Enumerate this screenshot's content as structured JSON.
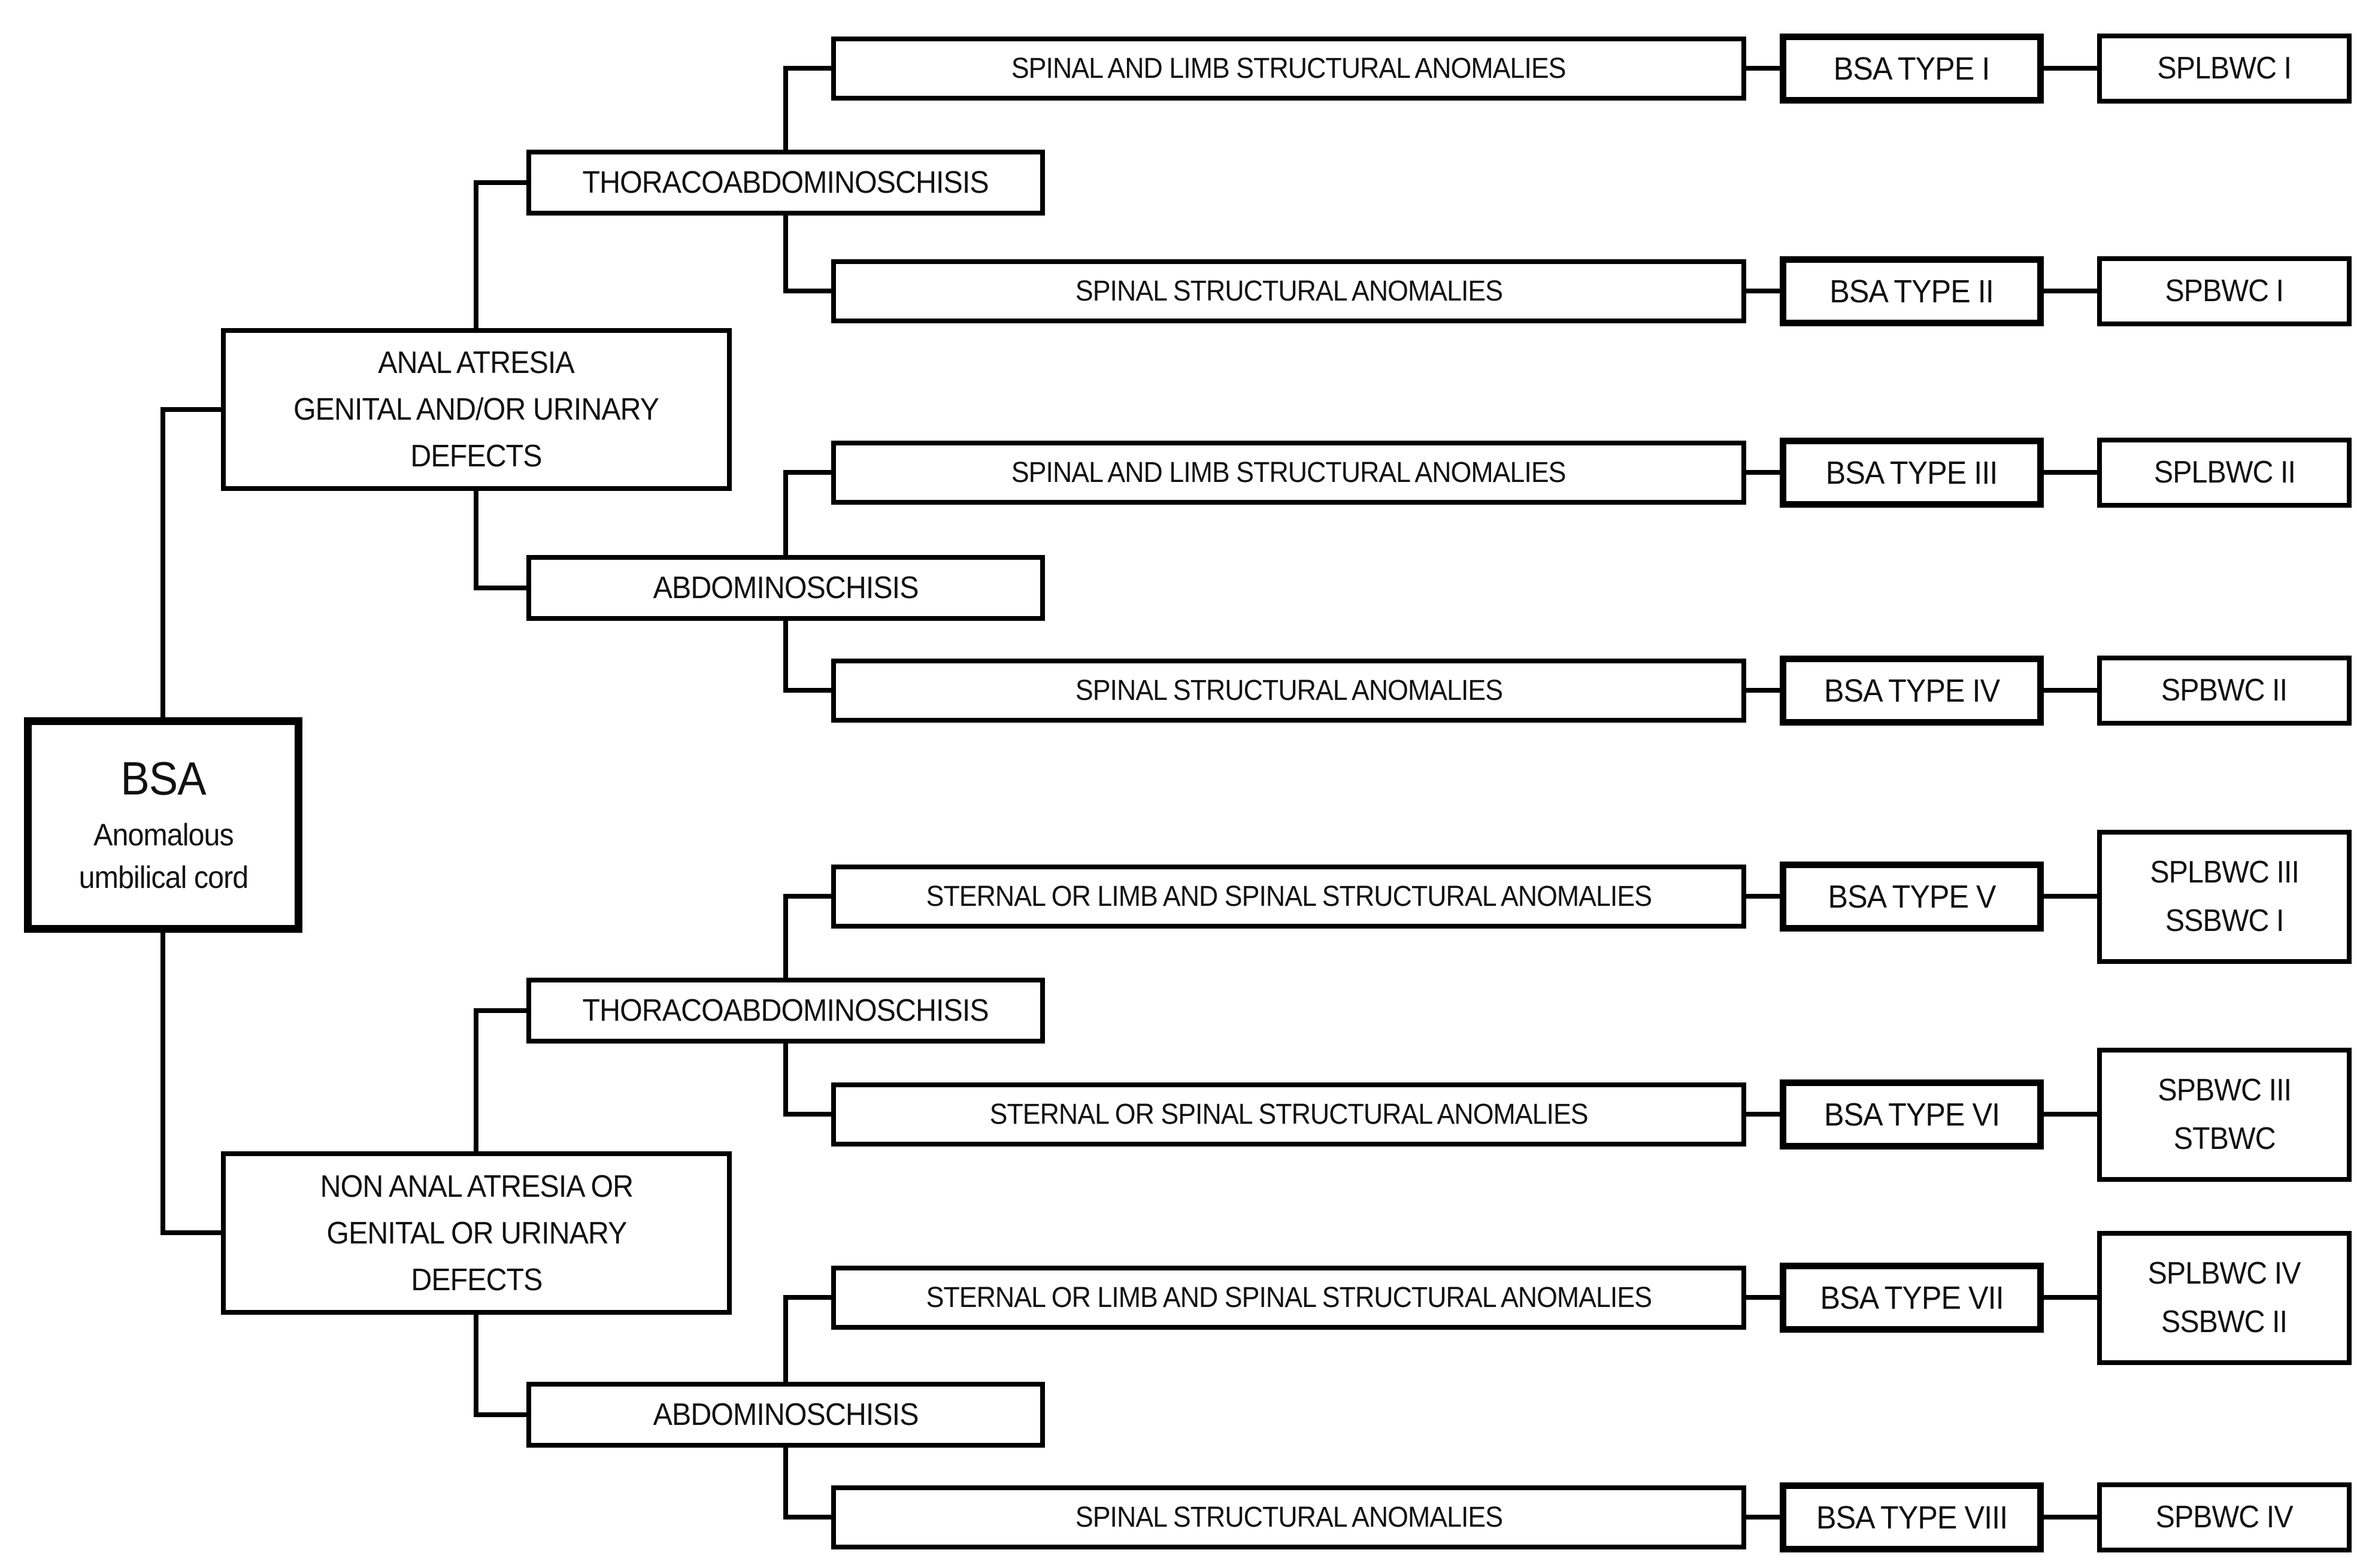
{
  "diagram": {
    "title_node": {
      "title": "BSA",
      "subtitle": "Anomalous\numbilical cord"
    },
    "groups": [
      {
        "label": "ANAL ATRESIA\nGENITAL AND/OR URINARY\nDEFECTS",
        "subgroups": [
          {
            "label": "THORACOABDOMINOSCHISIS"
          },
          {
            "label": "ABDOMINOSCHISIS"
          }
        ]
      },
      {
        "label": "NON ANAL ATRESIA OR\nGENITAL OR URINARY\nDEFECTS",
        "subgroups": [
          {
            "label": "THORACOABDOMINOSCHISIS"
          },
          {
            "label": "ABDOMINOSCHISIS"
          }
        ]
      }
    ],
    "rows": [
      {
        "anomaly": "SPINAL AND LIMB STRUCTURAL ANOMALIES",
        "bsa_type": "BSA TYPE I",
        "classification": "SPLBWC I"
      },
      {
        "anomaly": "SPINAL STRUCTURAL ANOMALIES",
        "bsa_type": "BSA TYPE II",
        "classification": "SPBWC I"
      },
      {
        "anomaly": "SPINAL AND LIMB STRUCTURAL ANOMALIES",
        "bsa_type": "BSA TYPE III",
        "classification": "SPLBWC II"
      },
      {
        "anomaly": "SPINAL STRUCTURAL ANOMALIES",
        "bsa_type": "BSA TYPE IV",
        "classification": "SPBWC II"
      },
      {
        "anomaly": "STERNAL OR LIMB AND SPINAL STRUCTURAL ANOMALIES",
        "bsa_type": "BSA TYPE V",
        "classification": "SPLBWC III\nSSBWC I"
      },
      {
        "anomaly": "STERNAL OR SPINAL STRUCTURAL ANOMALIES",
        "bsa_type": "BSA TYPE VI",
        "classification": "SPBWC III\nSTBWC"
      },
      {
        "anomaly": "STERNAL OR LIMB AND SPINAL STRUCTURAL ANOMALIES",
        "bsa_type": "BSA TYPE VII",
        "classification": "SPLBWC IV\nSSBWC II"
      },
      {
        "anomaly": "SPINAL STRUCTURAL ANOMALIES",
        "bsa_type": "BSA TYPE VIII",
        "classification": "SPBWC IV"
      }
    ],
    "colors": {
      "border": "#000000",
      "line": "#000000",
      "text": "#111111",
      "background": "#ffffff"
    }
  }
}
